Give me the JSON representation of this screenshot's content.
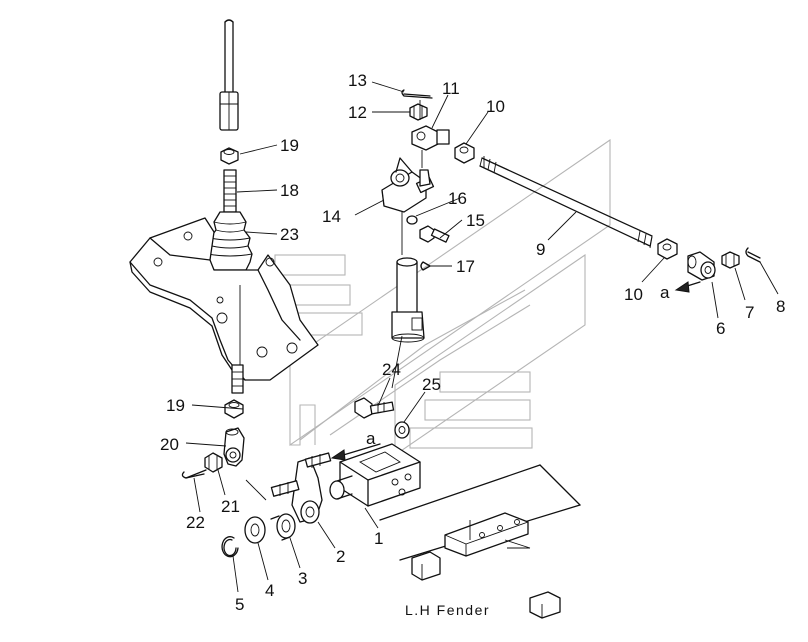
{
  "labels": {
    "p1": "1",
    "p2": "2",
    "p3": "3",
    "p4": "4",
    "p5": "5",
    "p6": "6",
    "p7": "7",
    "p8": "8",
    "p9": "9",
    "p10a": "10",
    "p10b": "10",
    "p11": "11",
    "p12": "12",
    "p13": "13",
    "p14": "14",
    "p15": "15",
    "p16": "16",
    "p17": "17",
    "p18": "18",
    "p19a": "19",
    "p19b": "19",
    "p20": "20",
    "p21": "21",
    "p22": "22",
    "p23": "23",
    "p24": "24",
    "p25": "25",
    "ref_a1": "a",
    "ref_a2": "a"
  },
  "fender_label": "L.H Fender"
}
